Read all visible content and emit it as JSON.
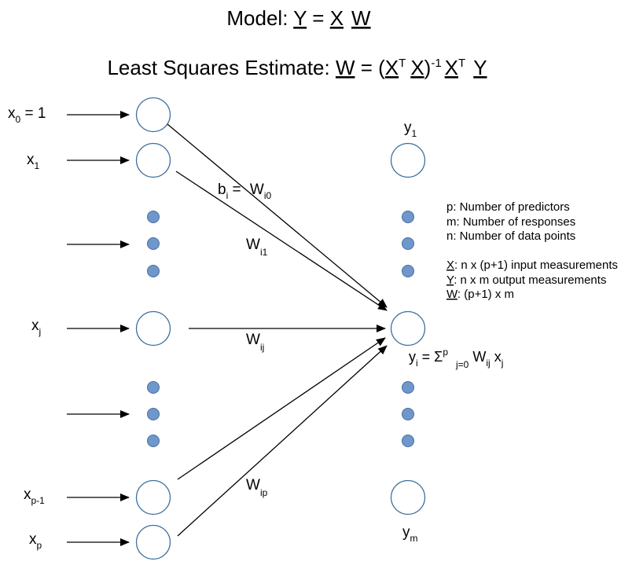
{
  "title": {
    "model_label": "Model: ",
    "model_y": "Y",
    "model_eq": " = ",
    "model_x": "X",
    "model_w": "W",
    "lse_label": "Least Squares Estimate: ",
    "lse_w": "W",
    "lse_eq": " = (",
    "lse_x1": "X",
    "lse_t1": "T",
    "lse_x2": "X",
    "lse_close": ")",
    "lse_inv": "-1",
    "lse_x3": "X",
    "lse_t2": "T",
    "lse_y": "Y"
  },
  "inputs": {
    "x0_label": "x",
    "x0_sub": "0",
    "x0_eq": " = 1",
    "x1_label": "x",
    "x1_sub": "1",
    "xj_label": "x",
    "xj_sub": "j",
    "xp1_label": "x",
    "xp1_sub": "p-1",
    "xp_label": "x",
    "xp_sub": "p"
  },
  "outputs": {
    "y1_label": "y",
    "y1_sub": "1",
    "ym_label": "y",
    "ym_sub": "m"
  },
  "weights": {
    "bi": "b",
    "bi_sub": "i",
    "bi_eq": " = ",
    "wi0": "W",
    "wi0_sub": "i0",
    "wi1": "W",
    "wi1_sub": "i1",
    "wij": "W",
    "wij_sub": "ij",
    "wip": "W",
    "wip_sub": "ip"
  },
  "formula": {
    "y": "y",
    "y_sub": "i",
    "eq": " = Σ",
    "sup": "p",
    "sum_sub": "j=0",
    "w": " W",
    "w_sub": "ij",
    "x": " x",
    "x_sub": "j"
  },
  "legend": {
    "p": "p: Number of predictors",
    "m": "m: Number of responses",
    "n": "n: Number of data points",
    "x_sym": "X",
    "x_desc": ": n x (p+1) input measurements",
    "y_sym": "Y",
    "y_desc": ": n x m output measurements",
    "w_sym": "W",
    "w_desc": ": (p+1) x m"
  },
  "colors": {
    "node_stroke": "#3d6f9e",
    "dot_fill": "#6f97cc",
    "dot_stroke": "#4a6f9e",
    "line": "#000000"
  }
}
